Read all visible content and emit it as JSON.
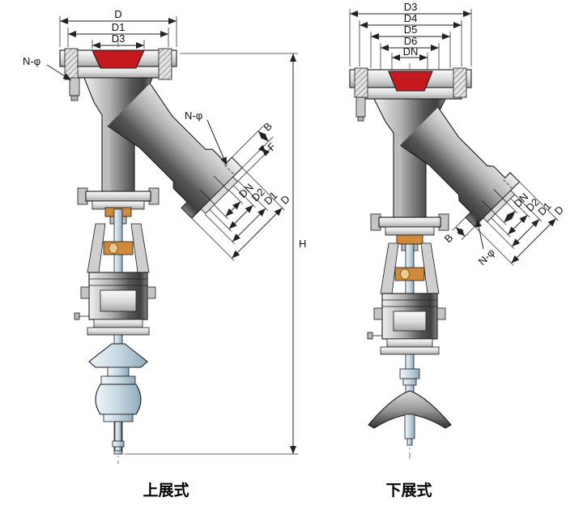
{
  "drawing": {
    "background": "#ffffff",
    "colors": {
      "seat_red": "#c41a1f",
      "gland_orange": "#d08a3c",
      "stem_blue": "#c6d8e2",
      "line": "#1a1a1a"
    }
  },
  "left_valve": {
    "caption": "上展式",
    "top_dims": {
      "d": "D",
      "d1": "D1",
      "d3": "D3"
    },
    "flange_bolt_label": "N-φ",
    "branch": {
      "b": "B",
      "f": "F",
      "bolt_label": "N-φ",
      "axis_dims": {
        "dn": "DN",
        "d2": "D2",
        "d1": "D1",
        "d": "D"
      }
    },
    "height_label": "H"
  },
  "right_valve": {
    "caption": "下展式",
    "top_dims": {
      "d3": "D3",
      "d4": "D4",
      "d5": "D5",
      "d6": "D6",
      "dn": "DN"
    },
    "branch": {
      "b": "B",
      "bolt_label": "N-φ",
      "axis_dims": {
        "dn": "DN",
        "d2": "D2",
        "d1": "D1",
        "d": "D"
      }
    }
  }
}
